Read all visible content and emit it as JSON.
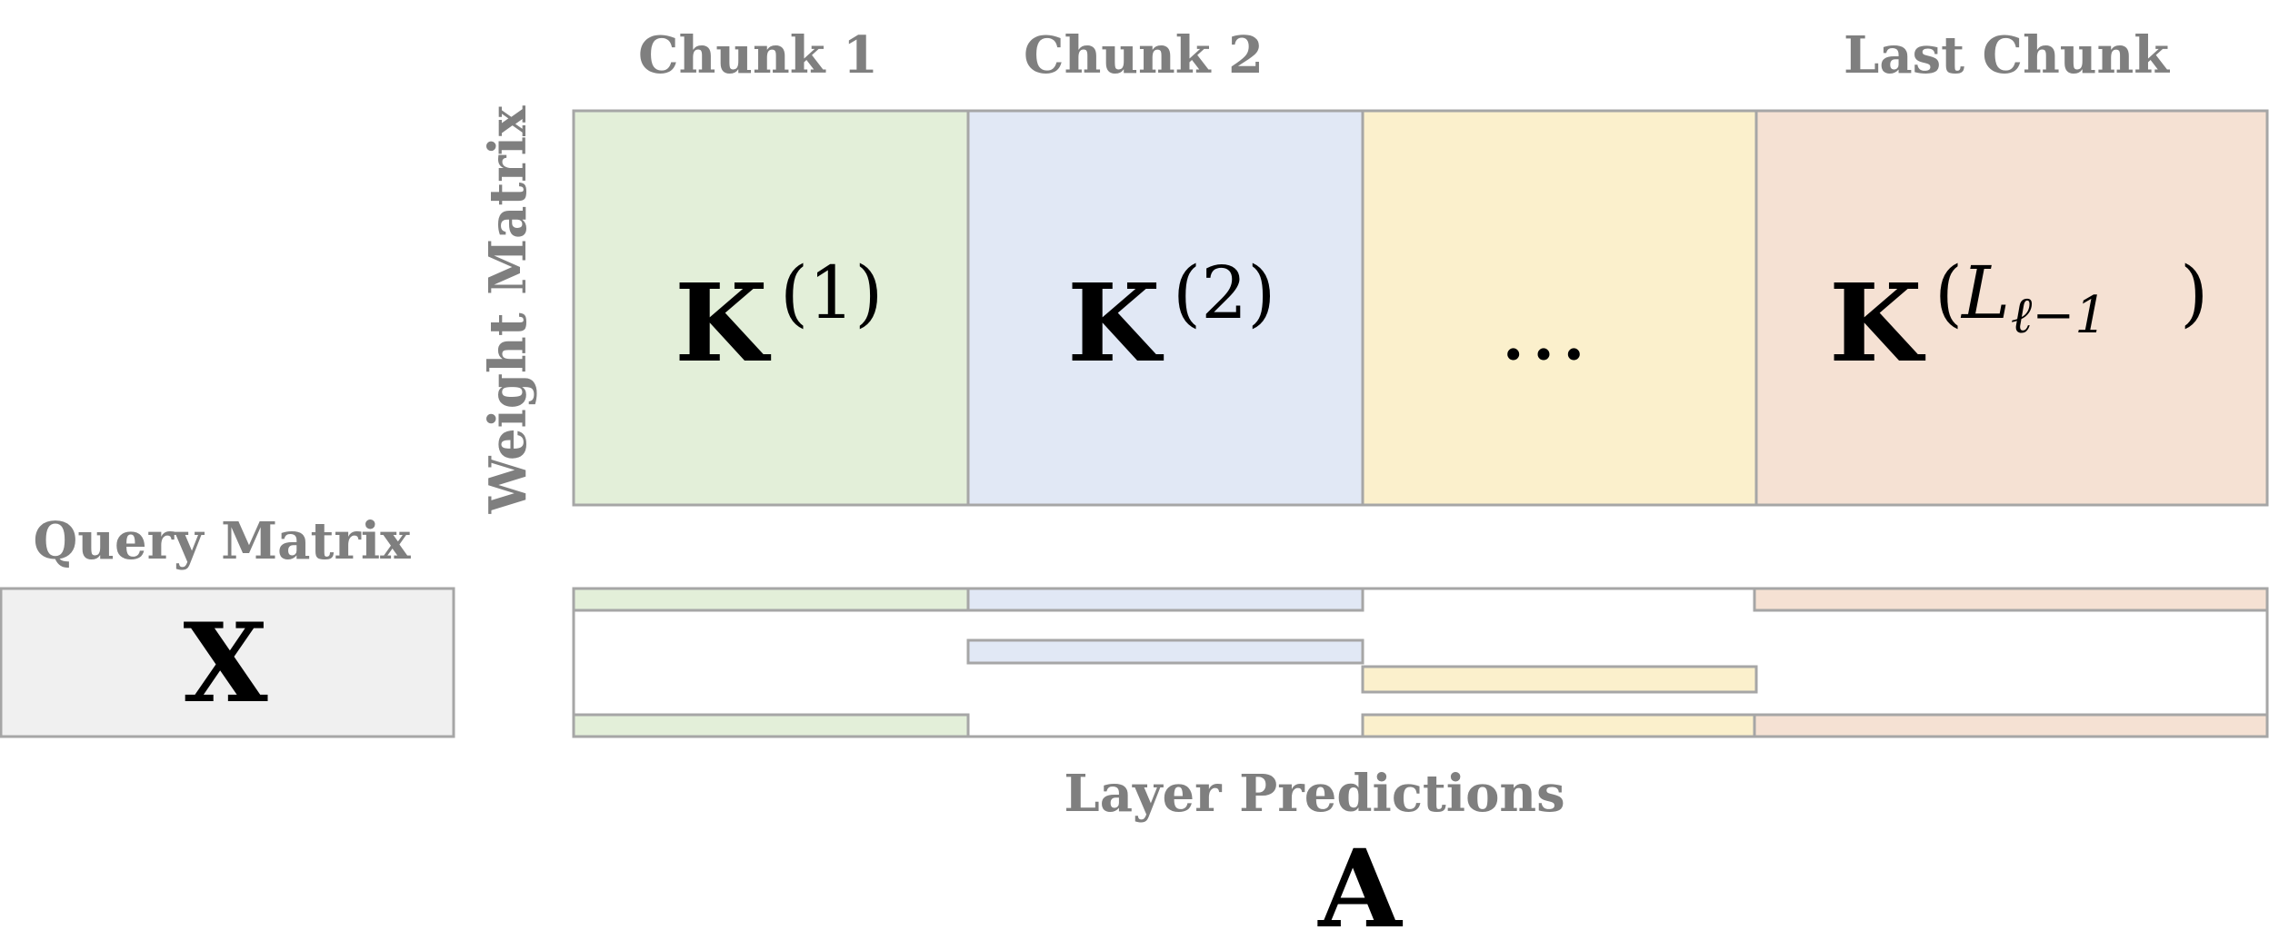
{
  "labels": {
    "chunk1": "Chunk 1",
    "chunk2": "Chunk 2",
    "last_chunk": "Last Chunk",
    "weight_matrix": "Weight Matrix",
    "query_matrix": "Query Matrix",
    "layer_predictions": "Layer Predictions"
  },
  "matrices": {
    "k1": {
      "base": "K",
      "sup": "(1)"
    },
    "k2": {
      "base": "K",
      "sup": "(2)"
    },
    "ellipsis": "…",
    "klast": {
      "base": "K",
      "sup_open": "(",
      "sup_L": "L",
      "sup_sub": "ℓ−1",
      "sup_close": ")"
    },
    "x": "X",
    "a": "A"
  },
  "colors": {
    "chunk1_fill": "#e3efd9",
    "chunk2_fill": "#e1e8f5",
    "chunk3_fill": "#fbf0cc",
    "chunk4_fill": "#f5e1d3",
    "query_fill": "#f0f0f0",
    "border": "#a6a6a6",
    "label_text": "#7f7f7f"
  }
}
